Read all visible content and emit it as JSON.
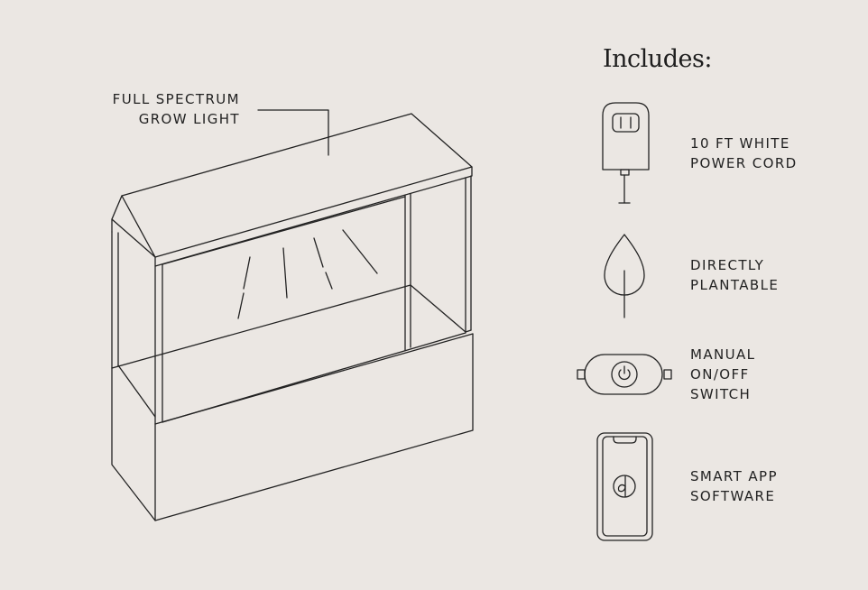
{
  "heading": "Includes:",
  "product": {
    "grow_light_label": [
      "FULL SPECTRUM",
      "GROW LIGHT"
    ]
  },
  "includes": [
    {
      "icon": "power-plug-icon",
      "lines": [
        "10 FT WHITE",
        "POWER CORD"
      ]
    },
    {
      "icon": "leaf-icon",
      "lines": [
        "DIRECTLY",
        "PLANTABLE"
      ]
    },
    {
      "icon": "power-switch-icon",
      "lines": [
        "MANUAL",
        "ON/OFF",
        "SWITCH"
      ]
    },
    {
      "icon": "smartphone-app-icon",
      "lines": [
        "SMART APP",
        "SOFTWARE"
      ]
    }
  ],
  "colors": {
    "background": "#ebe7e3",
    "line": "#222222"
  }
}
